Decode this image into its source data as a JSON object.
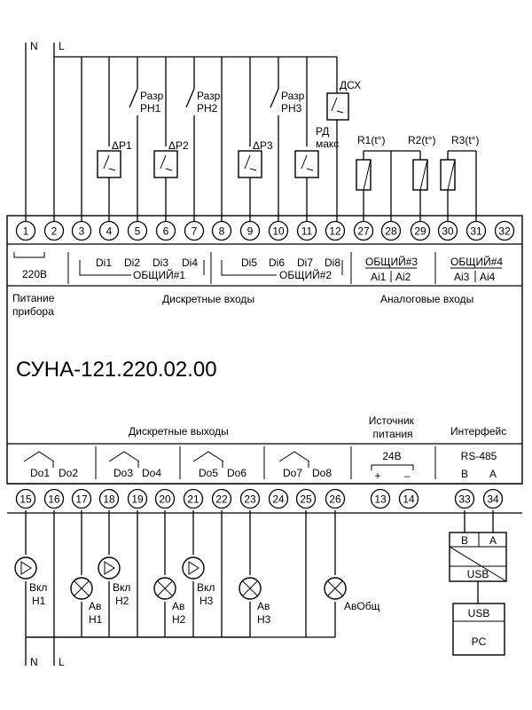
{
  "device": {
    "model": "СУНА-121.220.02.00"
  },
  "sections": {
    "power_supply": "Питание\nприбора",
    "discrete_inputs": "Дискретные входы",
    "analog_inputs": "Аналоговые входы",
    "discrete_outputs": "Дискретные выходы",
    "source_supply": "Источник\nпитания",
    "interface": "Интерфейс"
  },
  "top_terminals": [
    "1",
    "2",
    "3",
    "4",
    "5",
    "6",
    "7",
    "8",
    "9",
    "10",
    "11",
    "12",
    "27",
    "28",
    "29",
    "30",
    "31",
    "32"
  ],
  "bottom_terminals": [
    "15",
    "16",
    "17",
    "18",
    "19",
    "20",
    "21",
    "22",
    "23",
    "24",
    "25",
    "26",
    "13",
    "14",
    "33",
    "34"
  ],
  "top_labels": {
    "voltage": "220В",
    "di": [
      "Di1",
      "Di2",
      "Di3",
      "Di4",
      "Di5",
      "Di6",
      "Di7",
      "Di8"
    ],
    "common1": "ОБЩИЙ#1",
    "common2": "ОБЩИЙ#2",
    "common3": "ОБЩИЙ#3",
    "common4": "ОБЩИЙ#4",
    "ai": [
      "Ai1",
      "Ai2",
      "Ai3",
      "Ai4"
    ]
  },
  "bottom_labels": {
    "do": [
      "Do1",
      "Do2",
      "Do3",
      "Do4",
      "Do5",
      "Do6",
      "Do7",
      "Do8"
    ],
    "supply_voltage": "24В",
    "plus": "+",
    "minus": "–",
    "rs485": "RS-485",
    "b": "B",
    "a": "A"
  },
  "power_lines": {
    "n": "N",
    "l": "L"
  },
  "sensors": {
    "p1": "ΔР1",
    "p2": "ΔР2",
    "p3": "ΔР3",
    "enable1": "Разр\nРН1",
    "enable2": "Разр\nРН2",
    "enable3": "Разр\nРН3",
    "rd_max": "РД\nмакс",
    "dsx": "ДСХ",
    "r1": "R1(t°)",
    "r2": "R2(t°)",
    "r3": "R3(t°)"
  },
  "loads": {
    "on1": "Вкл\nН1",
    "on2": "Вкл\nН2",
    "on3": "Вкл\nН3",
    "av1": "Ав\nН1",
    "av2": "Ав\nН2",
    "av3": "Ав\nН3",
    "av_common": "АвОбщ"
  },
  "converter": {
    "b": "B",
    "a": "A",
    "usb1": "USB",
    "usb2": "USB",
    "pc": "PC"
  }
}
